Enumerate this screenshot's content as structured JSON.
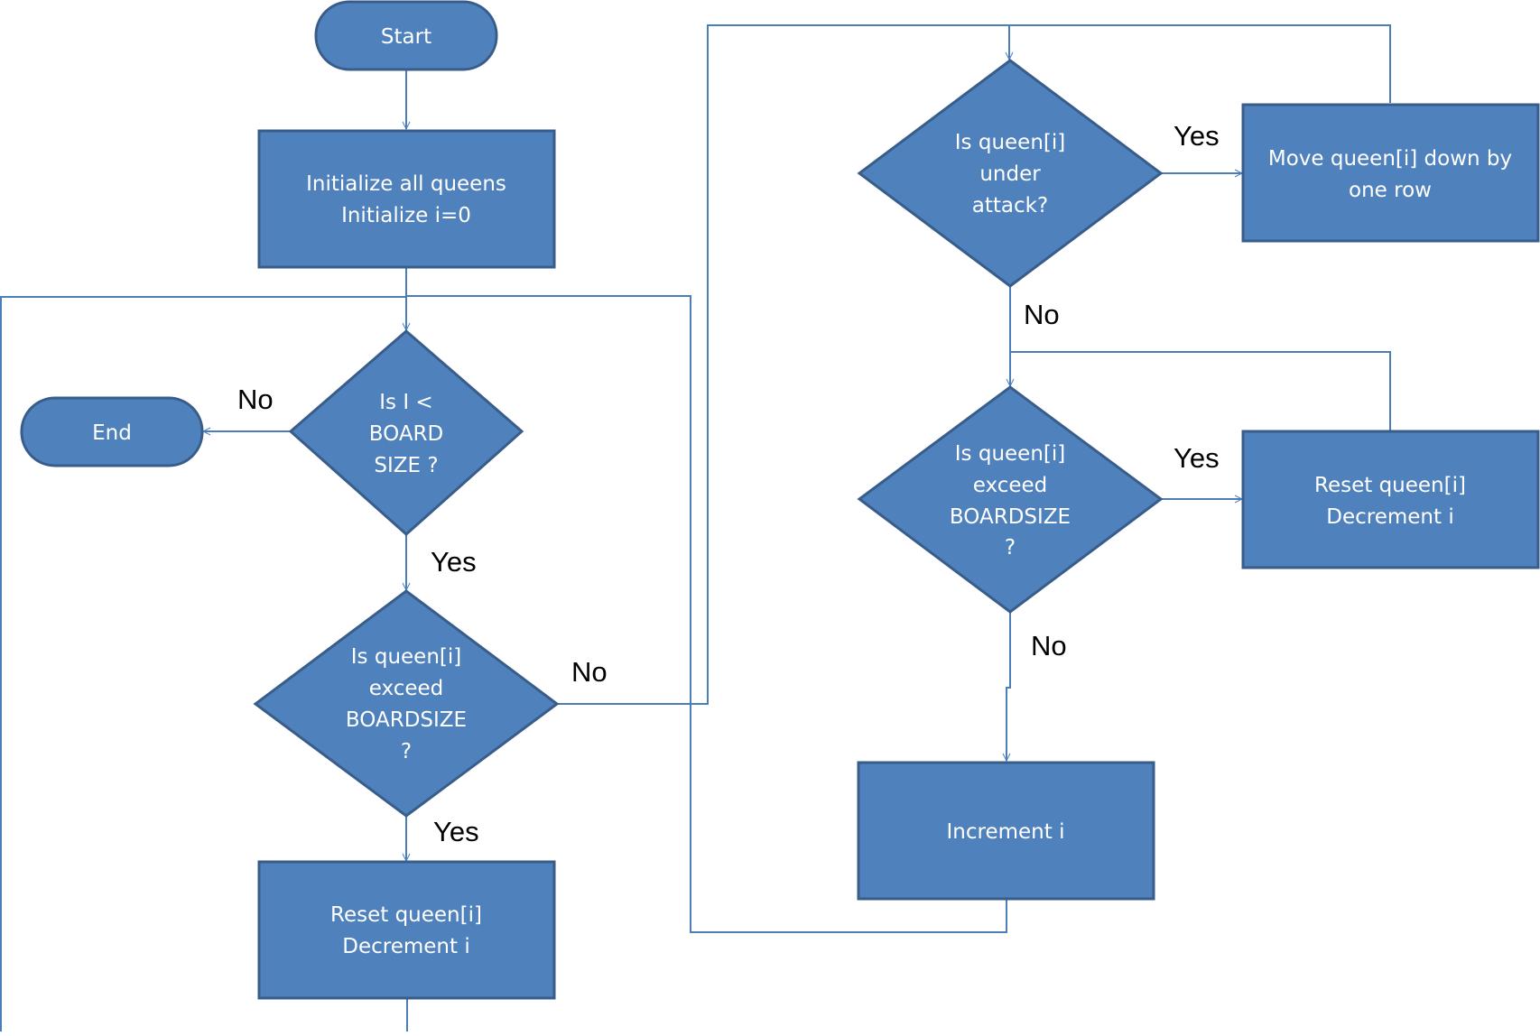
{
  "colors": {
    "node_fill": "#4f81bd",
    "node_stroke": "#385d8a",
    "edge": "#4a7ebb",
    "edge_label": "#000000",
    "node_text": "#ffffff"
  },
  "nodes": {
    "start": "Start",
    "init": [
      "Initialize all queens",
      "Initialize i=0"
    ],
    "end": "End",
    "check_i": [
      "Is I <",
      "BOARD",
      "SIZE ?"
    ],
    "exceed_left": [
      "Is queen[i]",
      "exceed",
      "BOARDSIZE",
      "?"
    ],
    "reset_left": [
      "Reset queen[i]",
      "Decrement i"
    ],
    "attack": [
      "Is queen[i]",
      "under",
      "attack?"
    ],
    "move_down": [
      "Move queen[i] down  by",
      "one row"
    ],
    "exceed_right": [
      "Is queen[i]",
      "exceed",
      "BOARDSIZE",
      "?"
    ],
    "reset_right": [
      "Reset queen[i]",
      "Decrement i"
    ],
    "increment": "Increment i"
  },
  "edge_labels": {
    "check_no": "No",
    "check_yes": "Yes",
    "exceed_left_no": "No",
    "exceed_left_yes": "Yes",
    "attack_yes": "Yes",
    "attack_no": "No",
    "exceed_right_yes": "Yes",
    "exceed_right_no": "No"
  }
}
